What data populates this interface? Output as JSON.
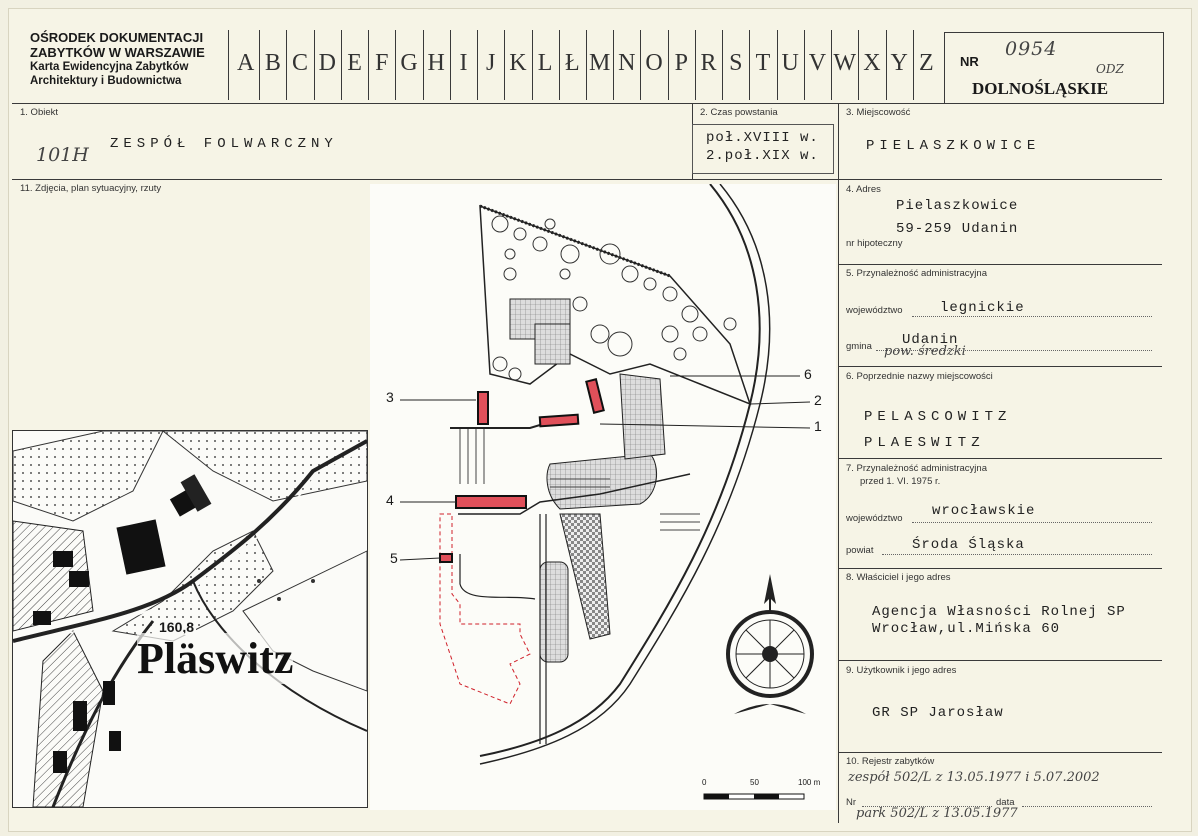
{
  "header": {
    "institution_line1": "OŚRODEK DOKUMENTACJI",
    "institution_line2": "ZABYTKÓW W WARSZAWIE",
    "card_line1": "Karta Ewidencyjna Zabytków",
    "card_line2": "Architektury i Budownictwa",
    "letters": [
      "A",
      "B",
      "C",
      "D",
      "E",
      "F",
      "G",
      "H",
      "I",
      "J",
      "K",
      "L",
      "Ł",
      "M",
      "N",
      "O",
      "P",
      "R",
      "S",
      "T",
      "U",
      "V",
      "W",
      "X",
      "Y",
      "Z"
    ],
    "nr_label": "NR",
    "nr_value": "0954",
    "nr_suffix": "ODZ",
    "region": "DOLNOŚLĄSKIE"
  },
  "fields": {
    "obiekt_label": "1. Obiekt",
    "obiekt_value": "ZESPÓŁ FOLWARCZNY",
    "obiekt_hand": "101H",
    "czas_label": "2. Czas powstania",
    "czas_line1": "poł.XVIII w.",
    "czas_line2": "2.poł.XIX w.",
    "miejscowosc_label": "3. Miejscowość",
    "miejscowosc_value": "PIELASZKOWICE",
    "zdjecia_label": "11. Zdjęcia, plan sytuacyjny, rzuty",
    "adres_label": "4. Adres",
    "adres_line1": "Pielaszkowice",
    "adres_line2": "59-259 Udanin",
    "hipoteczny_label": "nr hipoteczny",
    "admin_label": "5. Przynależność administracyjna",
    "woj_label": "województwo",
    "woj_value": "legnickie",
    "gmina_label": "gmina",
    "gmina_value": "Udanin",
    "gmina_hand": "pow. średzki",
    "poprzednie_label": "6. Poprzednie nazwy miejscowości",
    "poprzednie_1": "PELASCOWITZ",
    "poprzednie_2": "PLAESWITZ",
    "admin75_label1": "7. Przynależność administracyjna",
    "admin75_label2": "przed 1. VI. 1975 r.",
    "woj75_label": "województwo",
    "woj75_value": "wrocławskie",
    "powiat_label": "powiat",
    "powiat_value": "Środa Śląska",
    "wlasciciel_label": "8. Właściciel i jego adres",
    "wlasciciel_line1": "Agencja Własności Rolnej SP",
    "wlasciciel_line2": "Wrocław,ul.Mińska 60",
    "uzytkownik_label": "9. Użytkownik i jego adres",
    "uzytkownik_value": "GR SP Jarosław",
    "rejestr_label": "10. Rejestr zabytków",
    "rejestr_hand1": "zespół 502/L z 13.05.1977 i 5.07.2002",
    "rejestr_nr_label": "Nr",
    "rejestr_data_label": "data",
    "rejestr_hand2": "park 502/L z 13.05.1977"
  },
  "map": {
    "place_name": "Pläswitz",
    "elevation": "160,8"
  },
  "plan": {
    "callouts": [
      "3",
      "4",
      "5",
      "6",
      "2",
      "1"
    ],
    "scale_ticks": [
      "0",
      "50",
      "100 m"
    ]
  }
}
